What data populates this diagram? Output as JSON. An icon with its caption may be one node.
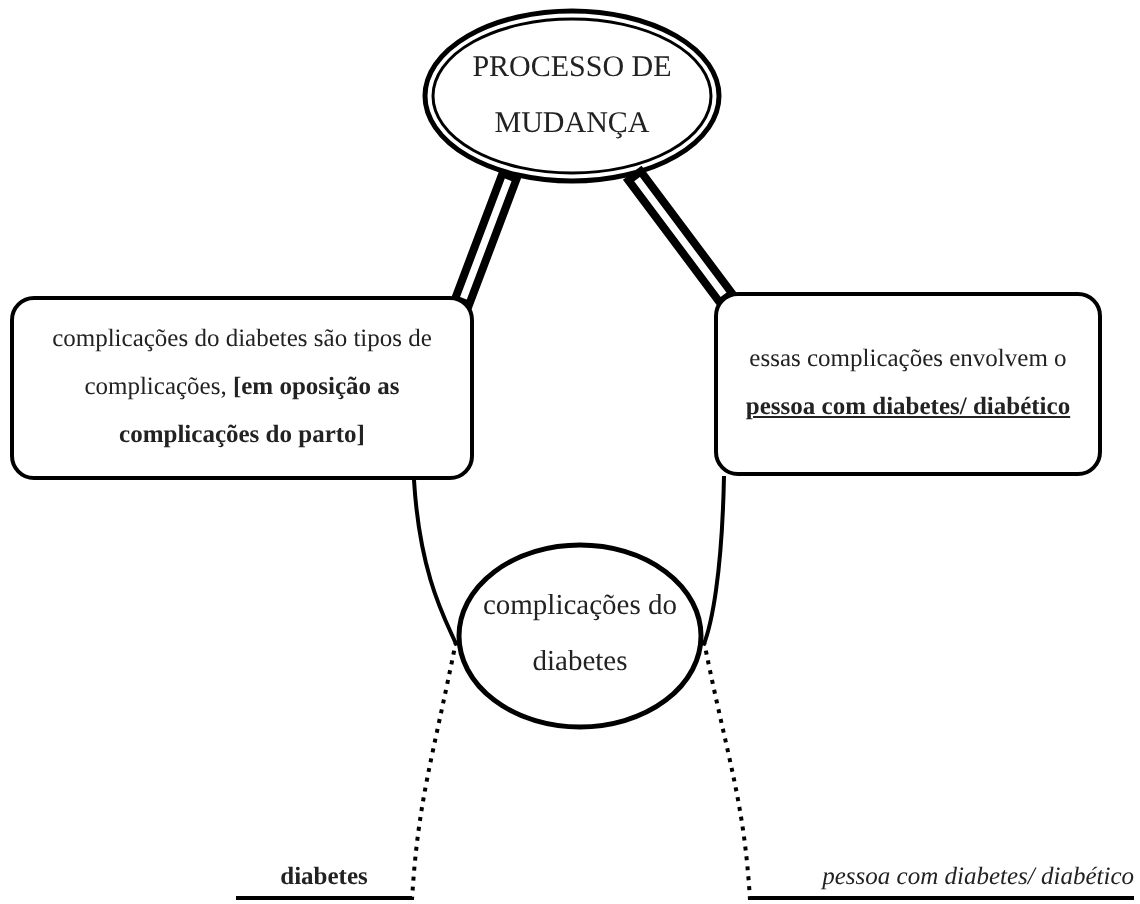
{
  "diagram": {
    "nodes": [
      {
        "text": [
          "PROCESSO DE MUDANÇA"
        ]
      },
      {
        "text": [
          "complicações do diabetes são tipos de complicações, **[em oposição as complicações do parto]**"
        ]
      },
      {
        "text": [
          "essas complicações envolvem o **pessoa com diabetes/ diabético**"
        ]
      },
      {
        "text": [
          "complicações do diabetes"
        ]
      },
      {
        "text": [
          "diabetes"
        ]
      },
      {
        "text": [
          "pessoa com diabetes/ diabético"
        ]
      }
    ],
    "edges": [
      {
        "from": 0,
        "to": 1,
        "arrow": "none",
        "style": "thick"
      },
      {
        "from": 0,
        "to": 2,
        "arrow": "none",
        "style": "thick"
      },
      {
        "from": 1,
        "to": 3,
        "arrow": "none"
      },
      {
        "from": 2,
        "to": 3,
        "arrow": "none"
      },
      {
        "from": 3,
        "to": 4,
        "arrow": "none",
        "style": "dashed"
      },
      {
        "from": 3,
        "to": 5,
        "arrow": "none",
        "style": "dashed"
      }
    ]
  }
}
